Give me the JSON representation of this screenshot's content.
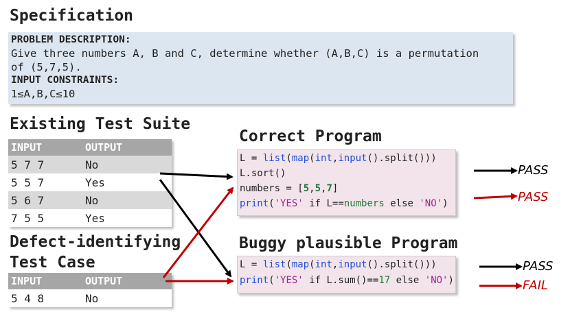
{
  "spec": {
    "title": "Specification",
    "problem_label": "PROBLEM DESCRIPTION:",
    "problem_line1": "Give three numbers A, B and C, determine whether (A,B,C) is a permutation",
    "problem_line2": "of (5,7,5).",
    "constraints_label": "INPUT CONSTRAINTS:",
    "constraints": "1≤A,B,C≤10"
  },
  "suite": {
    "title": "Existing Test Suite",
    "headers": [
      "INPUT",
      "OUTPUT"
    ],
    "rows": [
      [
        "5 7 7",
        "No"
      ],
      [
        "5 5 7",
        "Yes"
      ],
      [
        "5 6 7",
        "No"
      ],
      [
        "7 5 5",
        "Yes"
      ]
    ]
  },
  "defect": {
    "title_line1": "Defect-identifying",
    "title_line2": "Test Case",
    "headers": [
      "INPUT",
      "OUTPUT"
    ],
    "rows": [
      [
        "5 4 8",
        "No"
      ]
    ]
  },
  "correct": {
    "title": "Correct Program",
    "line1": {
      "a": "L = ",
      "b": "list",
      "c": "(",
      "d": "map",
      "e": "(",
      "f": "int",
      "g": ",",
      "h": "input",
      "i": "().split()))"
    },
    "line2": "L.sort()",
    "line3": {
      "a": "numbers = [",
      "b": "5",
      "c": ",",
      "d": "5",
      "e": ",",
      "f": "7",
      "g": "]"
    },
    "line4": {
      "a": "print",
      "b": "(",
      "c": "'YES'",
      "d": " if L==",
      "e": "numbers",
      "f": " else ",
      "g": "'NO'",
      "h": ")"
    },
    "result_black": "PASS",
    "result_red": "PASS"
  },
  "buggy": {
    "title": "Buggy plausible Program",
    "line1": {
      "a": "L = ",
      "b": "list",
      "c": "(",
      "d": "map",
      "e": "(",
      "f": "int",
      "g": ",",
      "h": "input",
      "i": "().split()))"
    },
    "line2": {
      "a": "print",
      "b": "(",
      "c": "'YES'",
      "d": " if L.sum()==",
      "e": "17",
      "f": " else ",
      "g": "'NO'",
      "h": ")"
    },
    "result_black": "PASS",
    "result_red": "FAIL"
  },
  "colors": {
    "black_arrow": "#000000",
    "red_arrow": "#c00000",
    "spec_bg": "#dce6f1",
    "code_bg": "#f2e4ea"
  }
}
